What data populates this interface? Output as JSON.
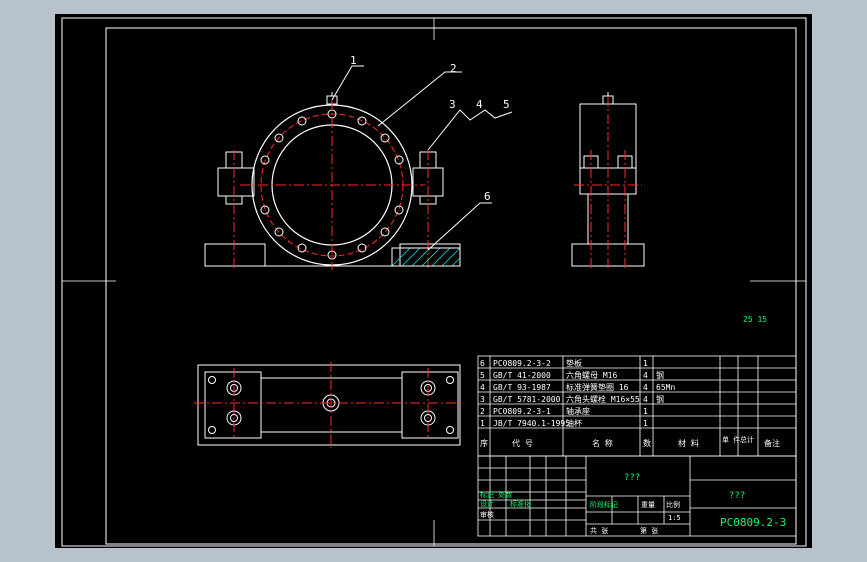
{
  "colors": {
    "background": "#000000",
    "frame": "#ffffff",
    "outline": "#ffffff",
    "center_line": "#ff2a2a",
    "hatch": "#00e5e5",
    "leader": "#ffffff",
    "title_text": "#ffffff",
    "title_green": "#00ff66",
    "chrome": "#b8c2cd"
  },
  "callouts": [
    "1",
    "2",
    "3",
    "4",
    "5",
    "6"
  ],
  "note_text": "25 15",
  "parts_list": {
    "rows": [
      {
        "no": "6",
        "code": "PC0809.2-3-2",
        "name": "垫板",
        "qty": "1",
        "material": ""
      },
      {
        "no": "5",
        "code": "GB/T 41-2000",
        "name": "六角螺母 M16",
        "qty": "4",
        "material": "钢"
      },
      {
        "no": "4",
        "code": "GB/T 93-1987",
        "name": "标准弹簧垫圈 16",
        "qty": "4",
        "material": "65Mn"
      },
      {
        "no": "3",
        "code": "GB/T 5781-2000",
        "name": "六角头螺栓 M16×55",
        "qty": "4",
        "material": "钢"
      },
      {
        "no": "2",
        "code": "PC0809.2-3-1",
        "name": "轴承座",
        "qty": "1",
        "material": ""
      },
      {
        "no": "1",
        "code": "JB/T 7940.1-1995",
        "name": "油杯",
        "qty": "1",
        "material": ""
      }
    ],
    "header": {
      "no": "序",
      "code": "代 号",
      "name": "名 称",
      "qty": "数",
      "material": "材 料",
      "weight": "单 件",
      "total": "总计",
      "remark": "备注"
    }
  },
  "title_block": {
    "title_center": "???",
    "title_right": "???",
    "drawing_no": "PC0809.2-3",
    "scale": "1:5",
    "sign_1": "标记 处数",
    "sign_2": "设计",
    "sign_3": "审核",
    "stage": "阶段标记",
    "weight_label": "重量",
    "ratio_label": "比例",
    "sheets": "共 张",
    "sheet_no": "第 张",
    "std": "标准化"
  }
}
